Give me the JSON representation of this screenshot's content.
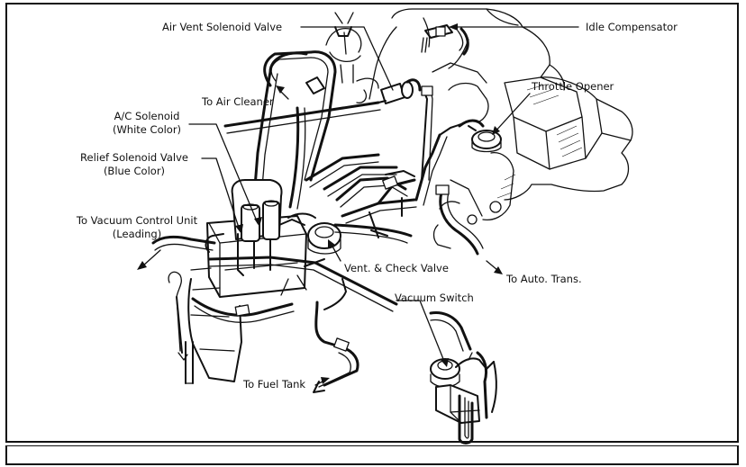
{
  "labels": {
    "air_vent_solenoid_valve": "Air Vent Solenoid Valve",
    "idle_compensator": "Idle Compensator",
    "to_air_cleaner": "To Air Cleaner",
    "throttle_opener": "Throttle Opener",
    "ac_solenoid": "A/C Solenoid",
    "ac_solenoid_color": "(White Color)",
    "relief_solenoid_valve": "Relief Solenoid Valve",
    "relief_solenoid_color": "(Blue Color)",
    "to_vacuum_control_unit": "To Vacuum Control Unit",
    "to_vacuum_control_unit_sub": "(Leading)",
    "vent_check_valve": "Vent. & Check Valve",
    "to_auto_trans": "To Auto. Trans.",
    "vacuum_switch": "Vacuum Switch",
    "to_fuel_tank": "To Fuel Tank"
  },
  "colors": {
    "line": "#111111",
    "background": "#ffffff"
  }
}
